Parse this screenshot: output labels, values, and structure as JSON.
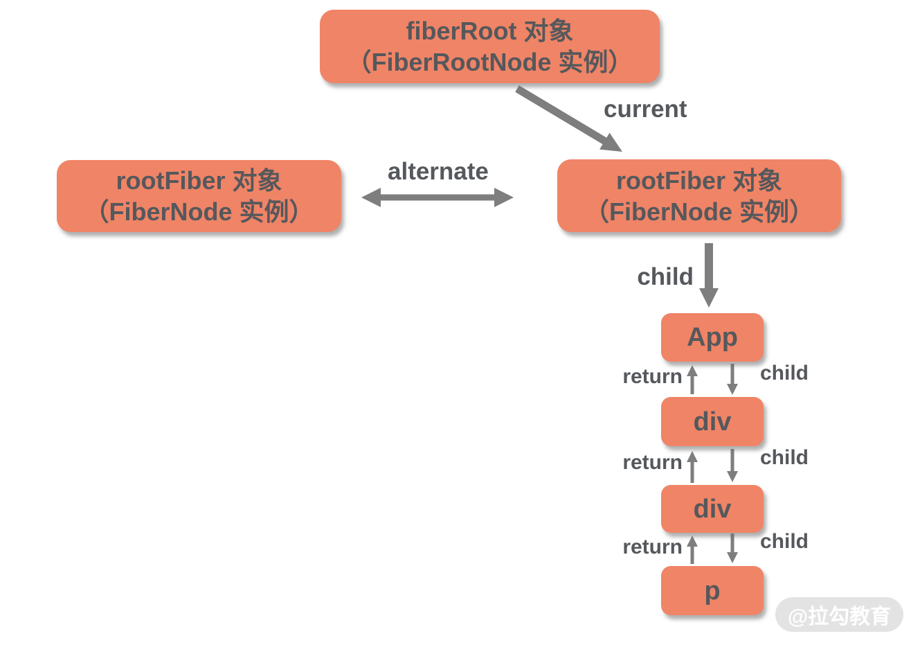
{
  "colors": {
    "background": "#FFFFFF",
    "node_fill": "#F08466",
    "node_text": "#55585C",
    "arrow": "#7E7E7E",
    "label_text": "#55585C",
    "watermark_bg": "#E3E3E3",
    "watermark_text": "#FFFFFF"
  },
  "nodes": {
    "fiber_root": {
      "line1": "fiberRoot 对象",
      "line2": "（FiberRootNode 实例）"
    },
    "root_fiber_left": {
      "line1": "rootFiber 对象",
      "line2": "（FiberNode 实例）"
    },
    "root_fiber_right": {
      "line1": "rootFiber 对象",
      "line2": "（FiberNode 实例）"
    },
    "app": {
      "label": "App"
    },
    "div_1": {
      "label": "div"
    },
    "div_2": {
      "label": "div"
    },
    "p": {
      "label": "p"
    }
  },
  "edges": {
    "current": "current",
    "alternate": "alternate",
    "child_root": "child",
    "pairs": [
      {
        "return": "return",
        "child": "child"
      },
      {
        "return": "return",
        "child": "child"
      },
      {
        "return": "return",
        "child": "child"
      }
    ]
  },
  "watermark": {
    "text": "@拉勾教育"
  }
}
